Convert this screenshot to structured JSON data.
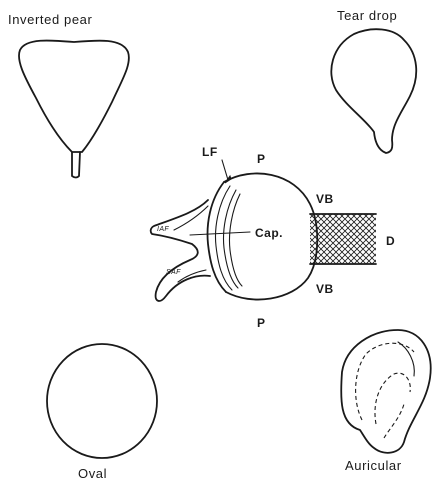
{
  "shapes": {
    "inverted_pear": "Inverted pear",
    "tear_drop": "Tear drop",
    "oval": "Oval",
    "auricular": "Auricular"
  },
  "anatomy": {
    "lf": "LF",
    "p_top": "P",
    "p_bottom": "P",
    "vb_top": "VB",
    "vb_bottom": "VB",
    "cap": "Cap.",
    "d": "D",
    "iaf": "IAF",
    "saf": "SAF"
  }
}
